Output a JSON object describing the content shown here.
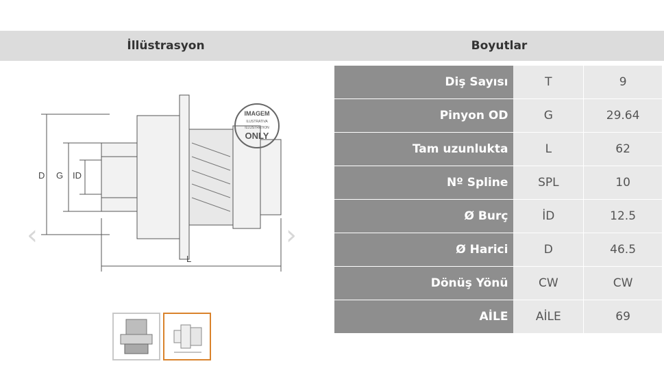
{
  "header": {
    "illustration_title": "İllüstrasyon",
    "dimensions_title": "Boyutlar"
  },
  "illustration": {
    "stamp_line1": "IMAGEM",
    "stamp_line2": "ILUSTRATIVA",
    "stamp_line3": "ILLUSTRATION",
    "stamp_line4": "ONLY",
    "dim_labels": {
      "d": "D",
      "g": "G",
      "id": "ID",
      "l": "L"
    },
    "prev_icon": "chevron-left-icon",
    "next_icon": "chevron-right-icon"
  },
  "dimensions": {
    "rows": [
      {
        "label": "Diş Sayısı",
        "code": "T",
        "value": "9"
      },
      {
        "label": "Pinyon OD",
        "code": "G",
        "value": "29.64"
      },
      {
        "label": "Tam uzunlukta",
        "code": "L",
        "value": "62"
      },
      {
        "label": "Nº Spline",
        "code": "SPL",
        "value": "10"
      },
      {
        "label": "Ø Burç",
        "code": "İD",
        "value": "12.5"
      },
      {
        "label": "Ø Harici",
        "code": "D",
        "value": "46.5"
      },
      {
        "label": "Dönüş Yönü",
        "code": "CW",
        "value": "CW"
      },
      {
        "label": "AİLE",
        "code": "AİLE",
        "value": "69"
      }
    ]
  },
  "colors": {
    "label_bg": "#8e8e8e",
    "value_bg": "#e9e9e9",
    "header_bg": "#dcdcdc",
    "active_thumb_border": "#d9822b"
  }
}
